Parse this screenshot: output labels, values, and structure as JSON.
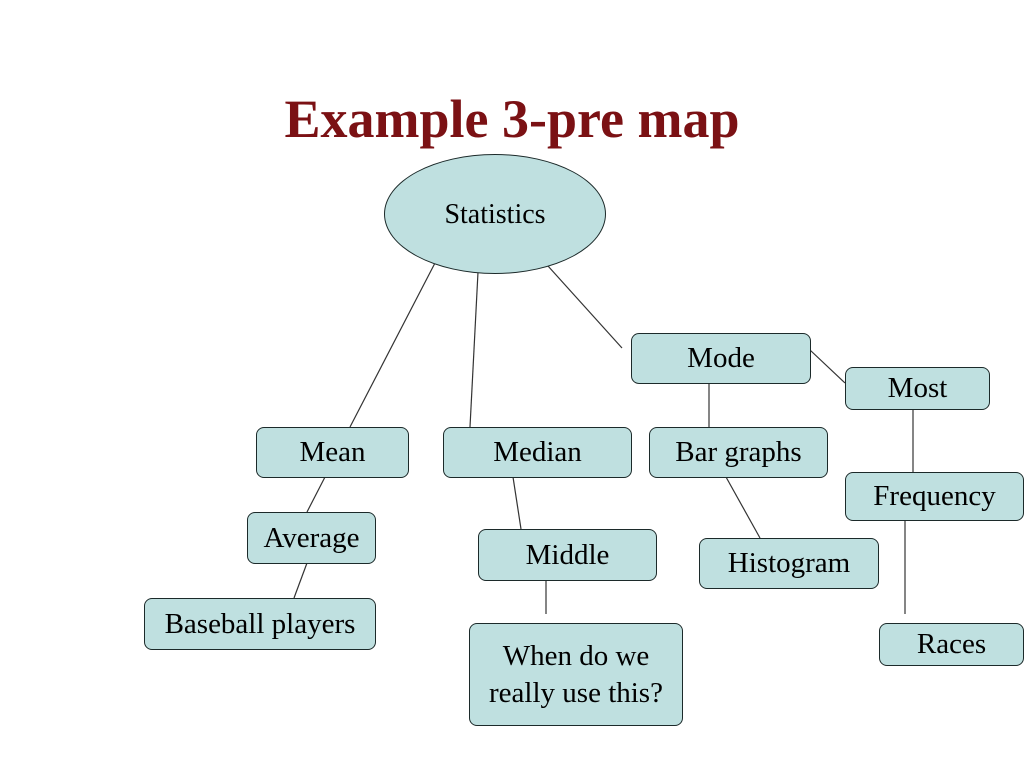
{
  "title": "Example 3-pre map",
  "colors": {
    "title": "#7b1114",
    "node_fill": "#bfe0e0",
    "node_border": "#1c2a2a"
  },
  "nodes": {
    "statistics": "Statistics",
    "mean": "Mean",
    "median": "Median",
    "mode": "Mode",
    "most": "Most",
    "bar_graphs": "Bar graphs",
    "frequency": "Frequency",
    "average": "Average",
    "middle": "Middle",
    "histogram": "Histogram",
    "baseball_players": "Baseball players",
    "when_use": "When do we really use this?",
    "races": "Races"
  },
  "edges": [
    [
      "statistics",
      "mean"
    ],
    [
      "statistics",
      "median"
    ],
    [
      "statistics",
      "mode"
    ],
    [
      "mode",
      "most"
    ],
    [
      "mode",
      "bar_graphs"
    ],
    [
      "most",
      "frequency"
    ],
    [
      "frequency",
      "races"
    ],
    [
      "mean",
      "average"
    ],
    [
      "average",
      "baseball_players"
    ],
    [
      "median",
      "middle"
    ],
    [
      "middle",
      "when_use"
    ],
    [
      "bar_graphs",
      "histogram"
    ]
  ]
}
